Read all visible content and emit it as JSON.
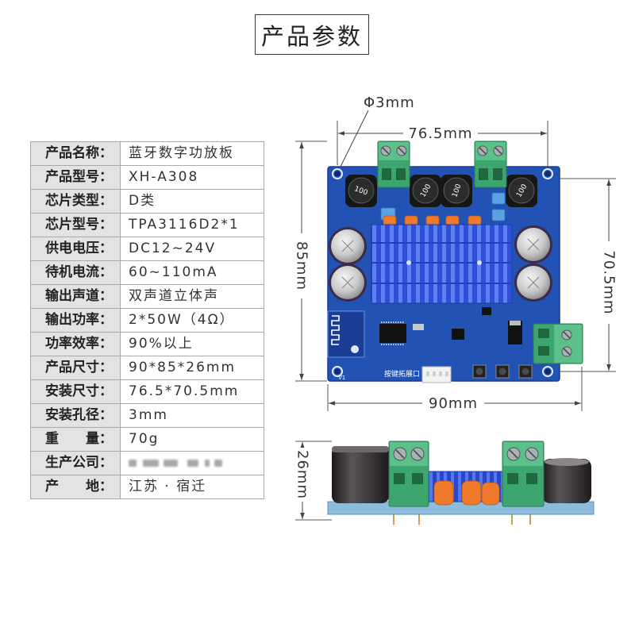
{
  "title": "产品参数",
  "specs": [
    {
      "label": "产品名称：",
      "value": "蓝牙数字功放板"
    },
    {
      "label": "产品型号：",
      "value": "XH-A308"
    },
    {
      "label": "芯片类型：",
      "value": "D类"
    },
    {
      "label": "芯片型号：",
      "value": "TPA3116D2*1"
    },
    {
      "label": "供电电压：",
      "value": "DC12~24V"
    },
    {
      "label": "待机电流：",
      "value": "60~110mA"
    },
    {
      "label": "输出声道：",
      "value": "双声道立体声"
    },
    {
      "label": "输出功率：",
      "value": "2*50W（4Ω）"
    },
    {
      "label": "功率效率：",
      "value": "90%以上"
    },
    {
      "label": "产品尺寸：",
      "value": "90*85*26mm"
    },
    {
      "label": "安装尺寸：",
      "value": "76.5*70.5mm"
    },
    {
      "label": "安装孔径：",
      "value": "3mm"
    },
    {
      "label": "重　　量：",
      "value": "70g"
    },
    {
      "label": "生产公司："
    },
    {
      "label": "产　　地：",
      "value": "江苏 · 宿迁"
    }
  ],
  "dimensions": {
    "hole": "Φ3mm",
    "hole_spacing_width": "76.5mm",
    "height": "85mm",
    "hole_spacing_height": "70.5mm",
    "width": "90mm",
    "thickness": "26mm"
  },
  "board_labels": {
    "inductor": "100",
    "expansion_port": "按键拓展口",
    "version": "V1"
  },
  "colors": {
    "pcb": "#2352b5",
    "terminal": "#3da66f",
    "label_bg": "#e3e3e3"
  }
}
